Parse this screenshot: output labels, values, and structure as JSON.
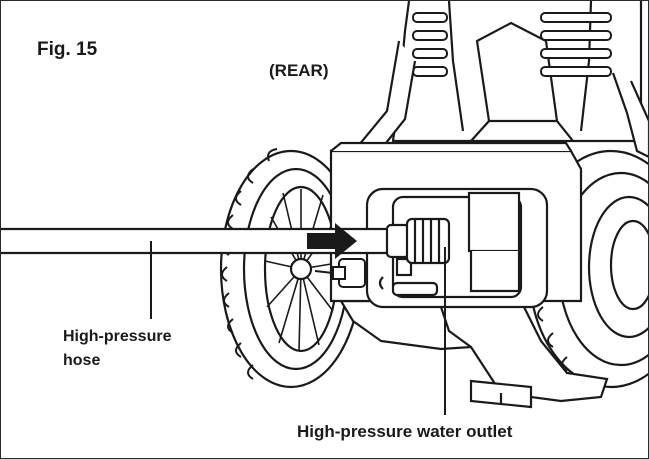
{
  "figure": {
    "number_label": "Fig. 15",
    "view_label": "(REAR)"
  },
  "callouts": {
    "hose_line1": "High-pressure",
    "hose_line2": "hose",
    "outlet": "High-pressure water outlet"
  },
  "colors": {
    "line": "#1a1a1a",
    "background": "#ffffff",
    "shade": "#d9d9d9"
  }
}
